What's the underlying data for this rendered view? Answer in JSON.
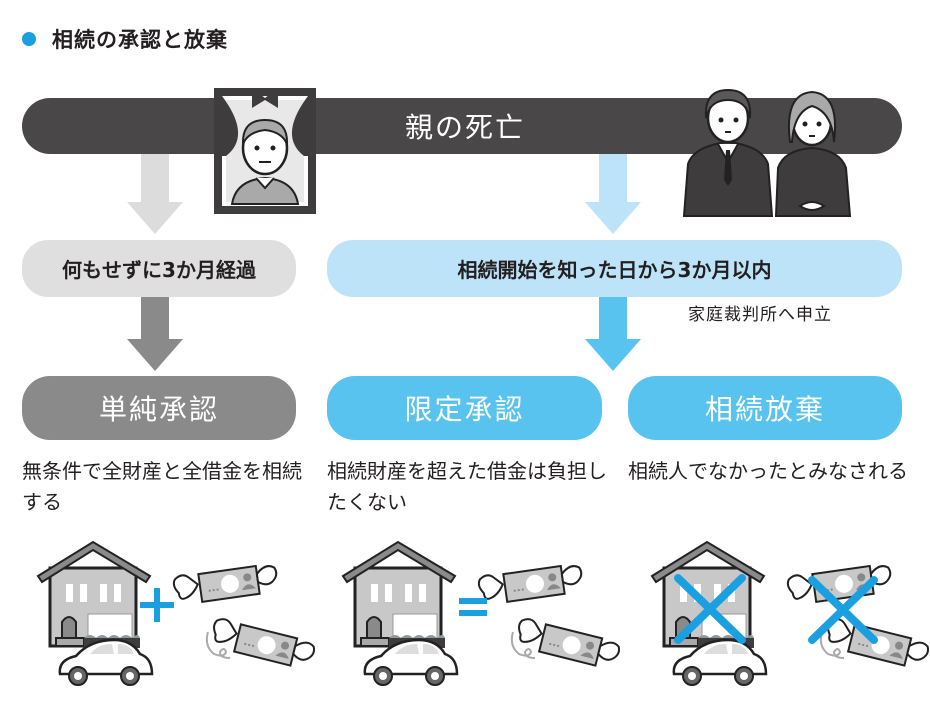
{
  "title": "相続の承認と放棄",
  "colors": {
    "accent_blue": "#1aa0e0",
    "dark_bar": "#4a4748",
    "gray_pill": "#dfdfdf",
    "light_blue_pill": "#bde3f8",
    "simple_approval": "#8a8a8a",
    "option_blue": "#58c3ef",
    "arrow_gray_light": "#dcdcdc",
    "arrow_gray_dark": "#8a8a8a",
    "arrow_blue_light": "#bde3f8",
    "arrow_blue": "#58c3ef"
  },
  "event": {
    "label": "親の死亡"
  },
  "conditions": {
    "left": "何もせずに3か月経過",
    "right": "相続開始を知った日から3か月以内",
    "court_note": "家庭裁判所へ申立"
  },
  "options": [
    {
      "label": "単純承認",
      "description": "無条件で全財産と全借金を相続する",
      "operator": "+",
      "operator_icon": "plus-icon"
    },
    {
      "label": "限定承認",
      "description": "相続財産を超えた借金は負担したくない",
      "operator": "=",
      "operator_icon": "equals-icon"
    },
    {
      "label": "相続放棄",
      "description": "相続人でなかったとみなされる",
      "operator": "×",
      "operator_icon": "cross-mark-icon"
    }
  ]
}
